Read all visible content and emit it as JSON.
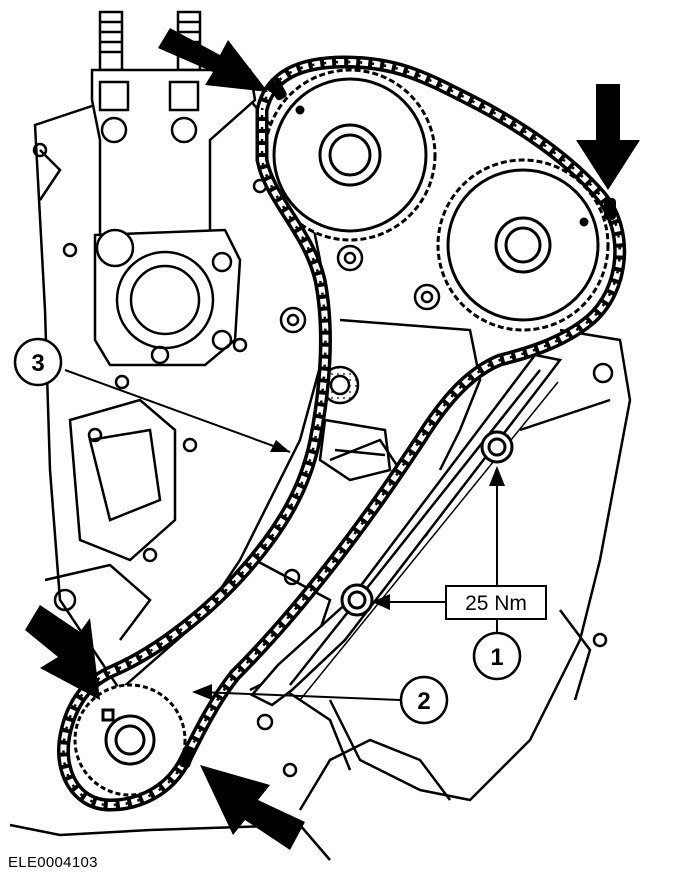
{
  "figure_id": "ELE0004103",
  "callouts": {
    "item_1": "1",
    "item_2": "2",
    "item_3": "3",
    "torque": "25 Nm"
  }
}
